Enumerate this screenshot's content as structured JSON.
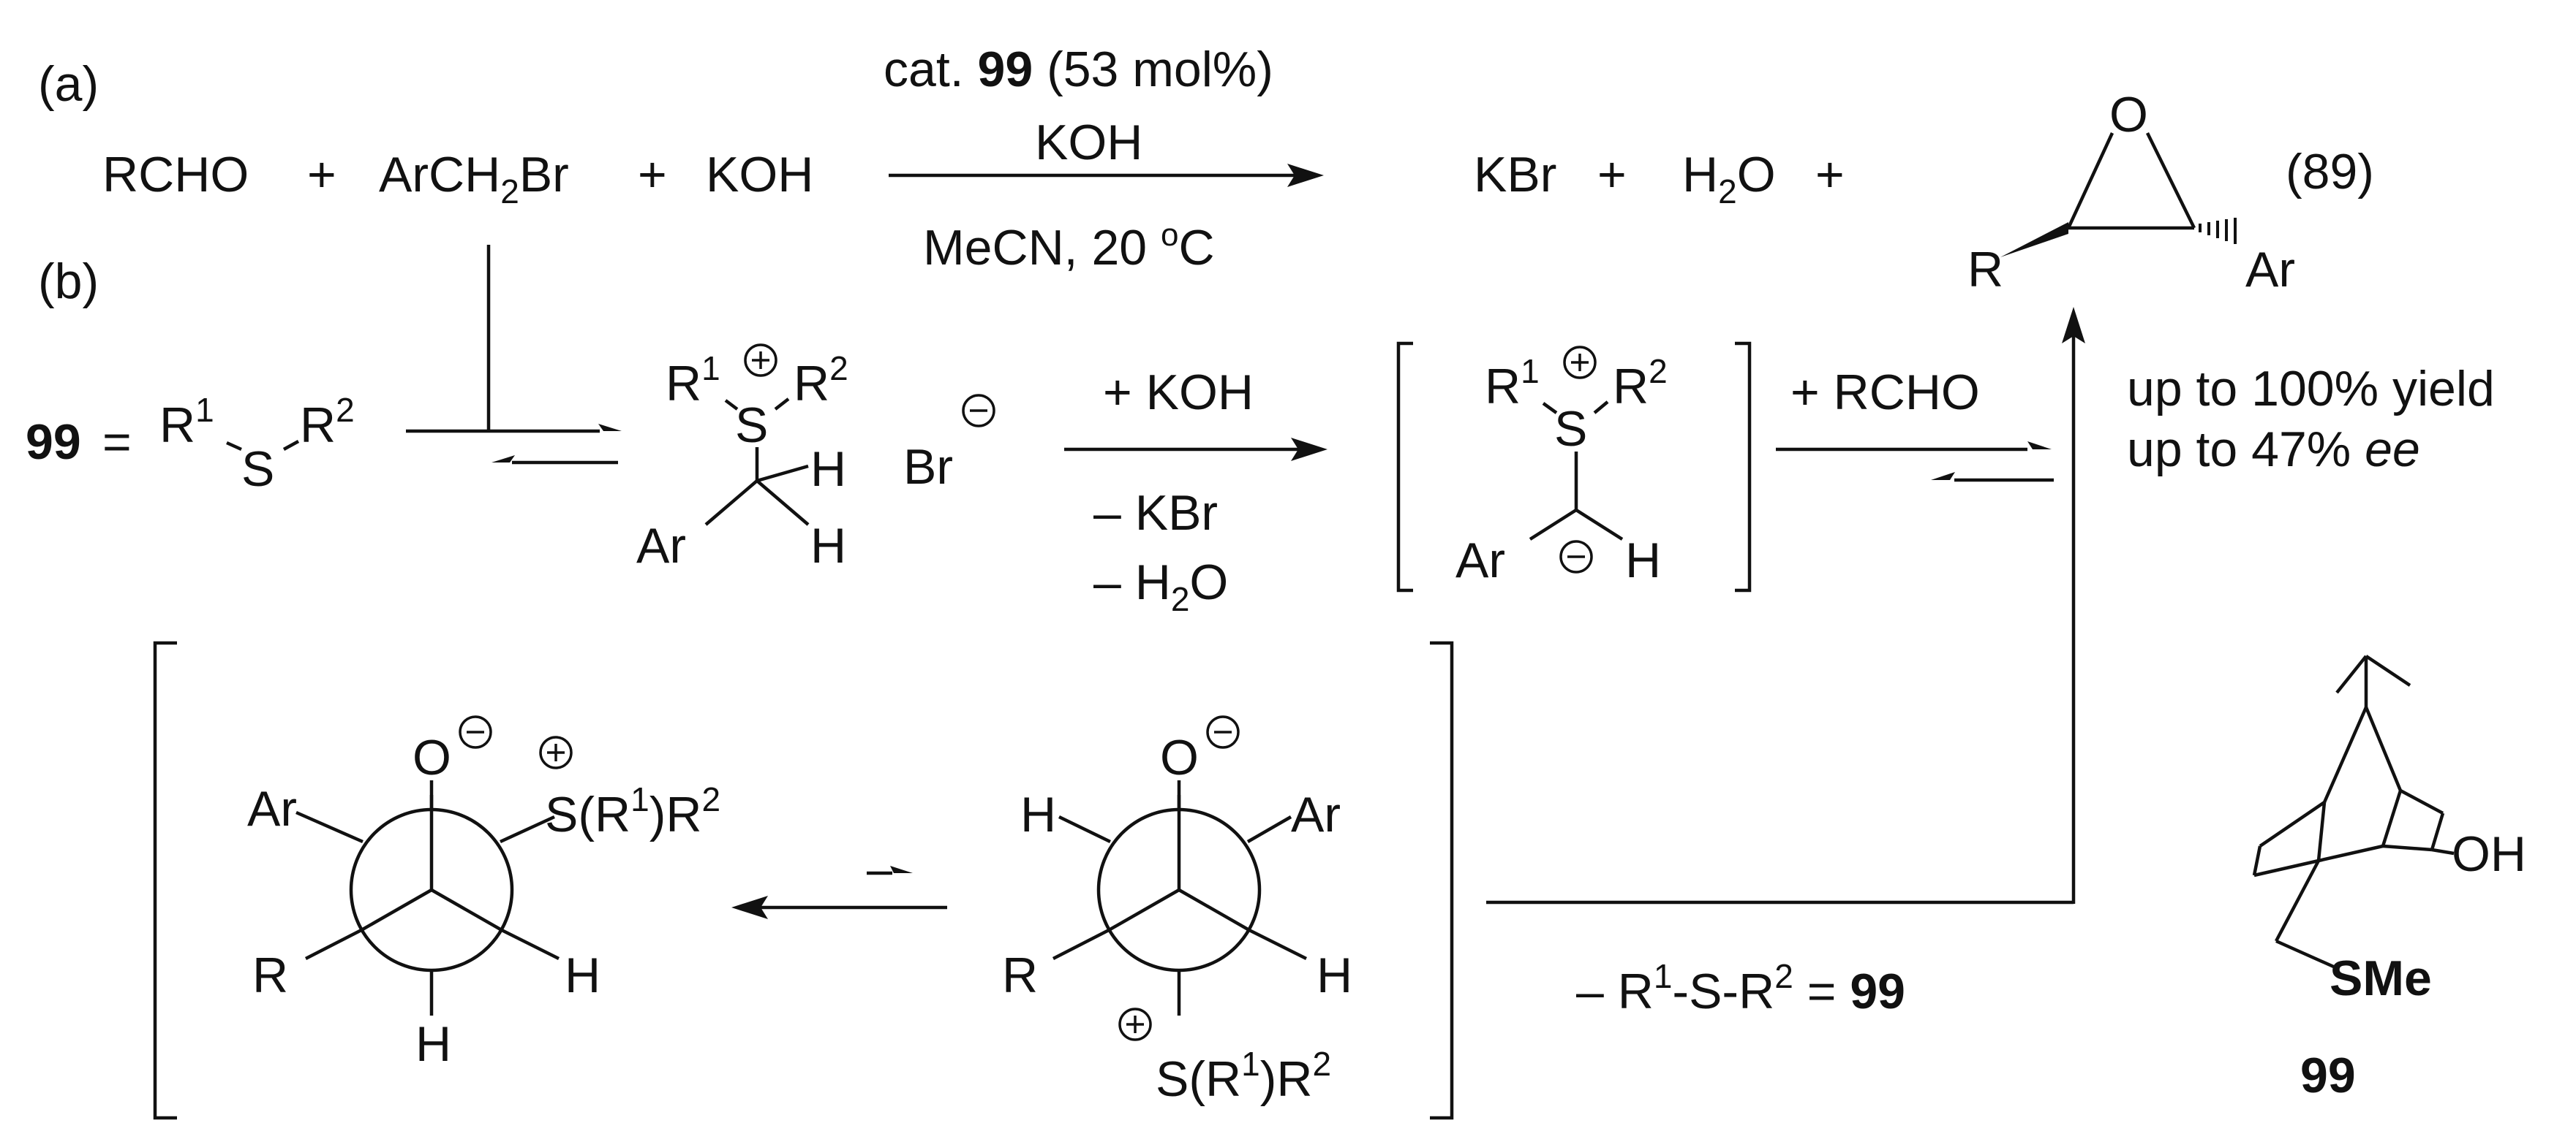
{
  "labels": {
    "part_a": "(a)",
    "part_b": "(b)",
    "equation_number": "(89)"
  },
  "reaction_a": {
    "reactant_1": "RCHO",
    "plus": "+",
    "reactant_2_prefix": "ArCH",
    "reactant_2_sub": "2",
    "reactant_2_suffix": "Br",
    "reactant_3": "KOH",
    "cond_cat_prefix": "cat.",
    "cond_cat_number": "99",
    "cond_cat_loading": "(53 mol%)",
    "cond_base": "KOH",
    "cond_solvent": "MeCN, 20",
    "cond_degree": "o",
    "cond_unit": "C",
    "product_1": "KBr",
    "product_2_prefix": "H",
    "product_2_sub": "2",
    "product_2_suffix": "O"
  },
  "epoxide": {
    "o_atom": "O",
    "r_group": "R",
    "ar_group": "Ar"
  },
  "results": {
    "yield_line": "up to 100% yield",
    "ee_prefix": "up to 47%",
    "ee_italic": "ee"
  },
  "catalyst_def": {
    "number": "99",
    "equals": "=",
    "r1": "R",
    "r1_sup": "1",
    "s": "S",
    "r2": "R",
    "r2_sup": "2"
  },
  "sulfonium_salt": {
    "r1": "R",
    "r1_sup": "1",
    "s": "S",
    "r2": "R",
    "r2_sup": "2",
    "h_top": "H",
    "h_bottom": "H",
    "ar": "Ar",
    "counter_ion": "Br"
  },
  "step_base": {
    "reagent": "+ KOH",
    "loss_1": "– KBr",
    "loss_2_prefix": "– H",
    "loss_2_sub": "2",
    "loss_2_suffix": "O"
  },
  "ylide": {
    "r1": "R",
    "r1_sup": "1",
    "s": "S",
    "r2": "R",
    "r2_sup": "2",
    "ar": "Ar",
    "h": "H"
  },
  "step_aldehyde": {
    "reagent": "+ RCHO"
  },
  "newman_left": {
    "o": "O",
    "ar": "Ar",
    "s_group": "S(R",
    "s_sup1": "1",
    "s_mid": ")R",
    "s_sup2": "2",
    "r": "R",
    "h_right": "H",
    "h_bottom": "H"
  },
  "newman_right": {
    "o": "O",
    "h_left": "H",
    "ar": "Ar",
    "r": "R",
    "h_right": "H",
    "s_group": "S(R",
    "s_sup1": "1",
    "s_mid": ")R",
    "s_sup2": "2"
  },
  "elimination": {
    "prefix": "– R",
    "sup1": "1",
    "mid": "-S-R",
    "sup2": "2",
    "equals": "=",
    "number": "99"
  },
  "catalyst_structure": {
    "oh": "OH",
    "sme": "SMe",
    "number": "99"
  }
}
